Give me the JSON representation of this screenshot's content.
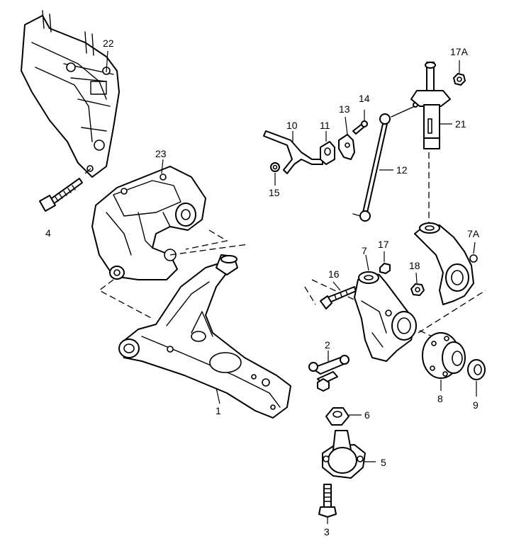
{
  "labels": {
    "l1": "1",
    "l2": "2",
    "l3": "3",
    "l4": "4",
    "l5": "5",
    "l6": "6",
    "l7": "7",
    "l7a": "7A",
    "l8": "8",
    "l9": "9",
    "l10": "10",
    "l11": "11",
    "l12": "12",
    "l13": "13",
    "l14": "14",
    "l15": "15",
    "l16": "16",
    "l17": "17",
    "l17a": "17A",
    "l18": "18",
    "l21": "21",
    "l22": "22",
    "l23": "23"
  }
}
